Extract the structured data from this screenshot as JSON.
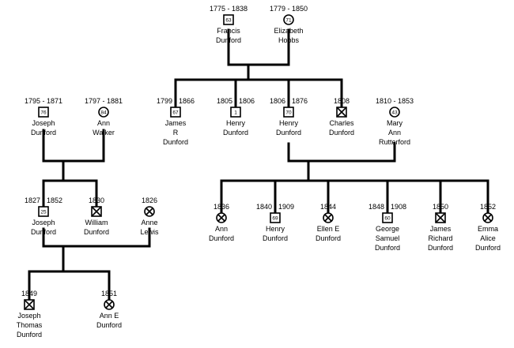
{
  "legend": {
    "male_symbol": "square-icon",
    "female_symbol": "circle-icon",
    "deceased_no_age": "x-cross",
    "age_at_death_shown_inside_symbol": true
  },
  "colors": {
    "line": "#000000",
    "text": "#000000",
    "background": "#ffffff"
  },
  "people": [
    {
      "id": "francis",
      "name": [
        "Francis",
        "Dunford"
      ],
      "dates": "1775 - 1838",
      "sex": "M",
      "age": "63"
    },
    {
      "id": "elizabeth",
      "name": [
        "Elizabeth",
        "Hobbs"
      ],
      "dates": "1779 - 1850",
      "sex": "F",
      "age": "71"
    },
    {
      "id": "james_r",
      "name": [
        "James",
        "R",
        "Dunford"
      ],
      "dates": "1799 - 1866",
      "sex": "M",
      "age": "67"
    },
    {
      "id": "henry_a",
      "name": [
        "Henry",
        "Dunford"
      ],
      "dates": "1805 - 1806",
      "sex": "M",
      "age": "1"
    },
    {
      "id": "henry_b",
      "name": [
        "Henry",
        "Dunford"
      ],
      "dates": "1806 - 1876",
      "sex": "M",
      "age": "70"
    },
    {
      "id": "charles",
      "name": [
        "Charles",
        "Dunford"
      ],
      "dates": "1808",
      "sex": "M",
      "age": ""
    },
    {
      "id": "mary",
      "name": [
        "Mary",
        "Ann",
        "Rutterford"
      ],
      "dates": "1810 - 1853",
      "sex": "F",
      "age": "43"
    },
    {
      "id": "joseph_s",
      "name": [
        "Joseph",
        "Dunford"
      ],
      "dates": "1795 - 1871",
      "sex": "M",
      "age": "76"
    },
    {
      "id": "ann_w",
      "name": [
        "Ann",
        "Walker"
      ],
      "dates": "1797 - 1881",
      "sex": "F",
      "age": "84"
    },
    {
      "id": "joseph_j",
      "name": [
        "Joseph",
        "Dunford"
      ],
      "dates": "1827 - 1852",
      "sex": "M",
      "age": "25"
    },
    {
      "id": "william",
      "name": [
        "William",
        "Dunford"
      ],
      "dates": "1830",
      "sex": "M",
      "age": ""
    },
    {
      "id": "anne_l",
      "name": [
        "Anne",
        "Lewis"
      ],
      "dates": "1826",
      "sex": "F",
      "age": ""
    },
    {
      "id": "joseph_t",
      "name": [
        "Joseph",
        "Thomas",
        "Dunford"
      ],
      "dates": "1849",
      "sex": "M",
      "age": ""
    },
    {
      "id": "ann_e",
      "name": [
        "Ann E",
        "Dunford"
      ],
      "dates": "1851",
      "sex": "F",
      "age": ""
    },
    {
      "id": "ann_d",
      "name": [
        "Ann",
        "Dunford"
      ],
      "dates": "1836",
      "sex": "F",
      "age": ""
    },
    {
      "id": "henry_c",
      "name": [
        "Henry",
        "Dunford"
      ],
      "dates": "1840 - 1909",
      "sex": "M",
      "age": "69"
    },
    {
      "id": "ellen",
      "name": [
        "Ellen E",
        "Dunford"
      ],
      "dates": "1844",
      "sex": "F",
      "age": ""
    },
    {
      "id": "george",
      "name": [
        "George",
        "Samuel",
        "Dunford"
      ],
      "dates": "1848 - 1908",
      "sex": "M",
      "age": "60"
    },
    {
      "id": "james_ri",
      "name": [
        "James",
        "Richard",
        "Dunford"
      ],
      "dates": "1850",
      "sex": "M",
      "age": ""
    },
    {
      "id": "emma",
      "name": [
        "Emma",
        "Alice",
        "Dunford"
      ],
      "dates": "1852",
      "sex": "F",
      "age": ""
    }
  ],
  "families": [
    {
      "parents": [
        "francis",
        "elizabeth"
      ],
      "children": [
        "james_r",
        "henry_a",
        "henry_b",
        "charles"
      ]
    },
    {
      "parents": [
        "henry_b",
        "mary"
      ],
      "children": [
        "ann_d",
        "henry_c",
        "ellen",
        "george",
        "james_ri",
        "emma"
      ]
    },
    {
      "parents": [
        "joseph_s",
        "ann_w"
      ],
      "children": [
        "joseph_j",
        "william"
      ]
    },
    {
      "parents": [
        "joseph_j",
        "anne_l"
      ],
      "children": [
        "joseph_t",
        "ann_e"
      ]
    }
  ]
}
